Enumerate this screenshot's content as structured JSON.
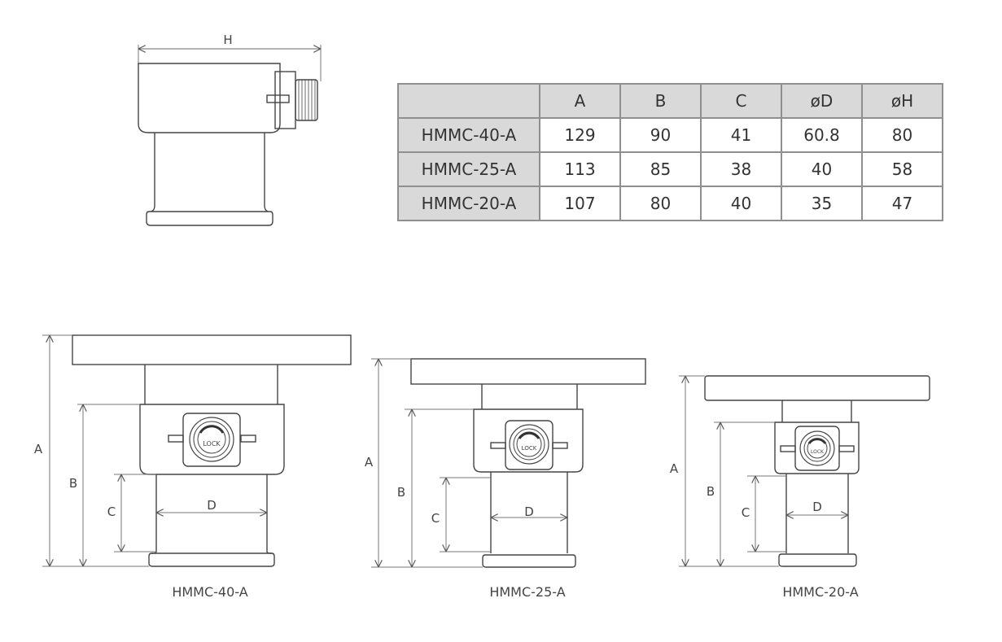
{
  "top_view": {
    "dim_h_label": "H"
  },
  "table": {
    "headers": [
      "",
      "A",
      "B",
      "C",
      "øD",
      "øH"
    ],
    "rows": [
      {
        "model": "HMMC-40-A",
        "values": [
          "129",
          "90",
          "41",
          "60.8",
          "80"
        ]
      },
      {
        "model": "HMMC-25-A",
        "values": [
          "113",
          "85",
          "38",
          "40",
          "58"
        ]
      },
      {
        "model": "HMMC-20-A",
        "values": [
          "107",
          "80",
          "40",
          "35",
          "47"
        ]
      }
    ]
  },
  "views": [
    {
      "model": "HMMC-40-A",
      "label_a": "A",
      "label_b": "B",
      "label_c": "C",
      "label_d": "D",
      "lock_text": "LOCK"
    },
    {
      "model": "HMMC-25-A",
      "label_a": "A",
      "label_b": "B",
      "label_c": "C",
      "label_d": "D",
      "lock_text": "LOCK"
    },
    {
      "model": "HMMC-20-A",
      "label_a": "A",
      "label_b": "B",
      "label_c": "C",
      "label_d": "D",
      "lock_text": "LOCK"
    }
  ]
}
